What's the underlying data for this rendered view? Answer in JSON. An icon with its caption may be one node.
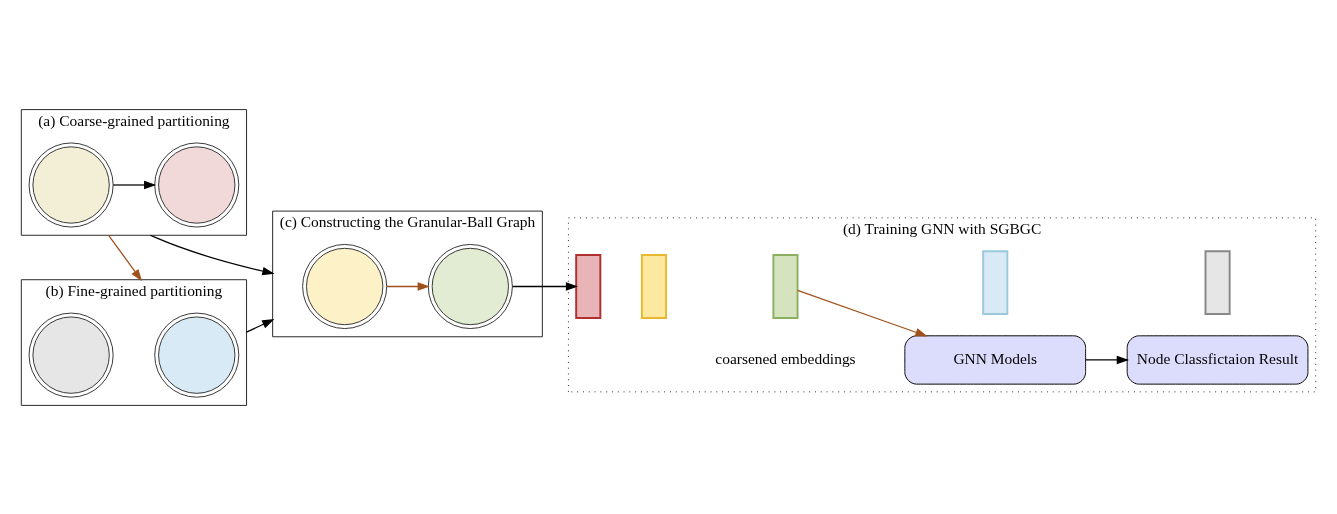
{
  "diagram": {
    "nodes": [
      {
        "text": [
          "(a) Coarse-grained partitioning"
        ]
      },
      {
        "text": [],
        "shape": "graph",
        "in": 0
      },
      {
        "text": [],
        "shape": "graph",
        "in": 0
      },
      {
        "text": [
          "(b) Fine-grained partitioning"
        ]
      },
      {
        "text": [],
        "shape": "graph",
        "in": 3
      },
      {
        "text": [],
        "shape": "graph",
        "in": 3
      },
      {
        "text": [
          "(c) Constructing the Granular-Ball Graph"
        ]
      },
      {
        "text": [],
        "shape": "graph",
        "in": 6
      },
      {
        "text": [],
        "shape": "graph",
        "in": 6
      },
      {
        "text": [
          "(d) Training GNN with SGBGC"
        ]
      },
      {
        "text": [
          "Node Classfictaion Result"
        ],
        "in": 9
      },
      {
        "text": [
          "GNN Models"
        ],
        "in": 9
      },
      {
        "text": [],
        "shape": "bar",
        "in": 9
      },
      {
        "text": [],
        "shape": "bar",
        "in": 9
      },
      {
        "text": [],
        "shape": "bar",
        "in": 9
      },
      {
        "text": [],
        "shape": "bar",
        "in": 9
      },
      {
        "text": [],
        "shape": "bar",
        "in": 9
      }
    ],
    "edges": [
      {
        "from": 1,
        "to": 2,
        "arrow": "to"
      },
      {
        "from": 0,
        "to": 3,
        "arrow": "to",
        "color": "#a0501a"
      },
      {
        "from": 0,
        "to": 6,
        "arrow": "to"
      },
      {
        "from": 3,
        "to": 6,
        "arrow": "to"
      },
      {
        "from": 7,
        "to": 8,
        "arrow": "to",
        "color": "#a0501a"
      },
      {
        "from": 8,
        "to": 12,
        "arrow": "to"
      },
      {
        "from": 14,
        "to": 11,
        "arrow": "to",
        "color": "#a0501a"
      },
      {
        "from": 11,
        "to": 10,
        "arrow": "to"
      }
    ],
    "labels": [
      "coarsened embeddings"
    ]
  }
}
